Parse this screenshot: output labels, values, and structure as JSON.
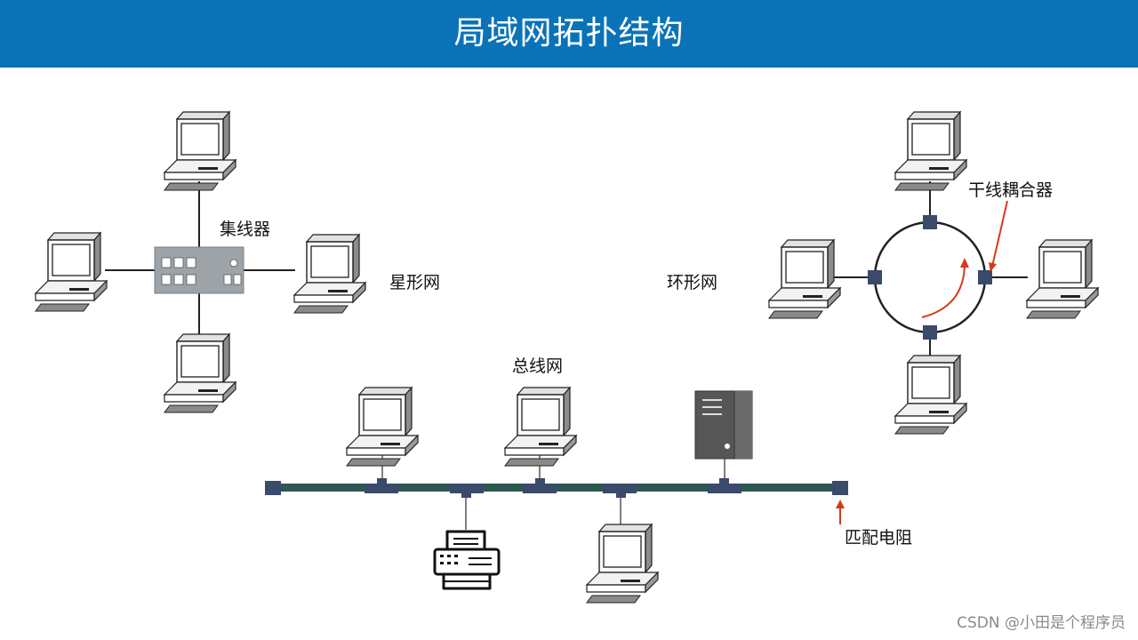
{
  "header": {
    "title": "局域网拓扑结构"
  },
  "star": {
    "hub_label": "集线器",
    "net_label": "星形网"
  },
  "ring": {
    "coupler_label": "干线耦合器",
    "net_label": "环形网"
  },
  "bus": {
    "net_label": "总线网",
    "terminator_label": "匹配电阻"
  },
  "watermark": "CSDN @小田是个程序员",
  "colors": {
    "title_bar": "#0a73b8",
    "bus_line": "#2e5752",
    "connector": "#3a4a6b",
    "arrow": "#d63a1a",
    "server": "#555555"
  }
}
